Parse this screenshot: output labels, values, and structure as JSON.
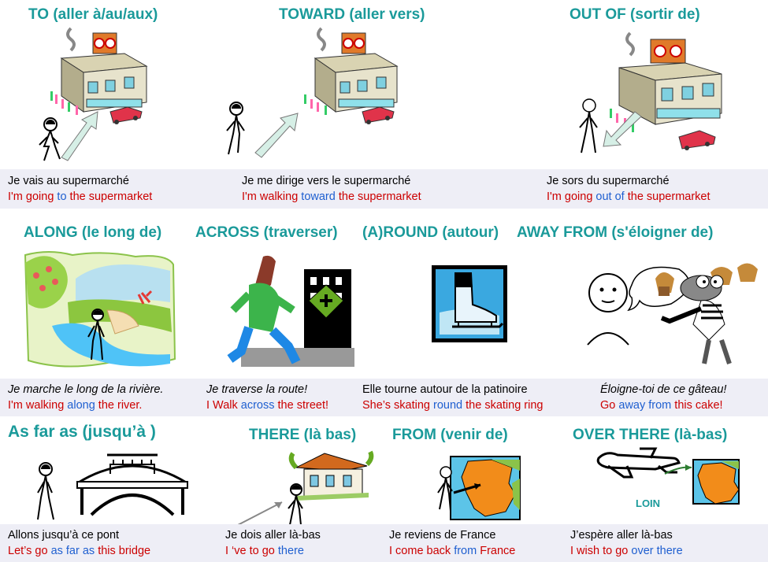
{
  "rows": [
    {
      "cells": [
        {
          "title": "TO (aller à/au/aux)",
          "fr": "Je vais au supermarché",
          "en": [
            {
              "t": "I'm going "
            },
            {
              "t": "to",
              "hl": true
            },
            {
              "t": " the supermarket"
            }
          ]
        },
        {
          "title": "TOWARD (aller vers)",
          "fr": "Je me dirige vers le supermarché",
          "en": [
            {
              "t": "I'm walking "
            },
            {
              "t": "toward",
              "hl": true
            },
            {
              "t": " the supermarket"
            }
          ]
        },
        {
          "title": "OUT OF (sortir de)",
          "fr": "Je sors du supermarché",
          "en": [
            {
              "t": "I'm going "
            },
            {
              "t": "out of",
              "hl": true
            },
            {
              "t": " the supermarket"
            }
          ]
        }
      ]
    },
    {
      "cells": [
        {
          "title": "ALONG (le long de)",
          "fr": "Je marche le long de la rivière.",
          "en": [
            {
              "t": "I'm walking "
            },
            {
              "t": "along",
              "hl": true
            },
            {
              "t": " the river."
            }
          ]
        },
        {
          "title": "ACROSS (traverser)",
          "fr": "Je traverse la route!",
          "en": [
            {
              "t": "I Walk "
            },
            {
              "t": "across",
              "hl": true
            },
            {
              "t": " the street!"
            }
          ]
        },
        {
          "title": "(A)ROUND (autour)",
          "fr": "Elle tourne autour de la patinoire",
          "en": [
            {
              "t": "She’s skating "
            },
            {
              "t": "round",
              "hl": true
            },
            {
              "t": " the skating  ring"
            }
          ]
        },
        {
          "title": "AWAY FROM (s'éloigner de)",
          "fr": "Éloigne-toi de ce gâteau!",
          "en": [
            {
              "t": "Go "
            },
            {
              "t": "away from",
              "hl": true
            },
            {
              "t": " this cake!"
            }
          ]
        }
      ]
    },
    {
      "cells": [
        {
          "title": "As far as (jusqu’à )",
          "fr": "Allons jusqu’à ce pont",
          "en": [
            {
              "t": "Let’s go "
            },
            {
              "t": "as far as",
              "hl": true
            },
            {
              "t": " this bridge"
            }
          ]
        },
        {
          "title": "THERE (là bas)",
          "fr": "Je dois aller là-bas",
          "en": [
            {
              "t": "I ‘ve to go "
            },
            {
              "t": "there",
              "hl": true
            }
          ]
        },
        {
          "title": "FROM (venir de)",
          "fr": "Je reviens de France",
          "en": [
            {
              "t": "I come back "
            },
            {
              "t": "from",
              "hl": true
            },
            {
              "t": " France"
            }
          ]
        },
        {
          "title": "OVER THERE (là-bas)",
          "fr": "J’espère aller là-bas",
          "en": [
            {
              "t": "I wish to go  "
            },
            {
              "t": "over there",
              "hl": true
            }
          ]
        }
      ]
    }
  ],
  "loin_label": "LOIN",
  "colors": {
    "title": "#1a9a9a",
    "english": "#cc0000",
    "preposition": "#1f5fd0",
    "band": "#eeeef6"
  }
}
